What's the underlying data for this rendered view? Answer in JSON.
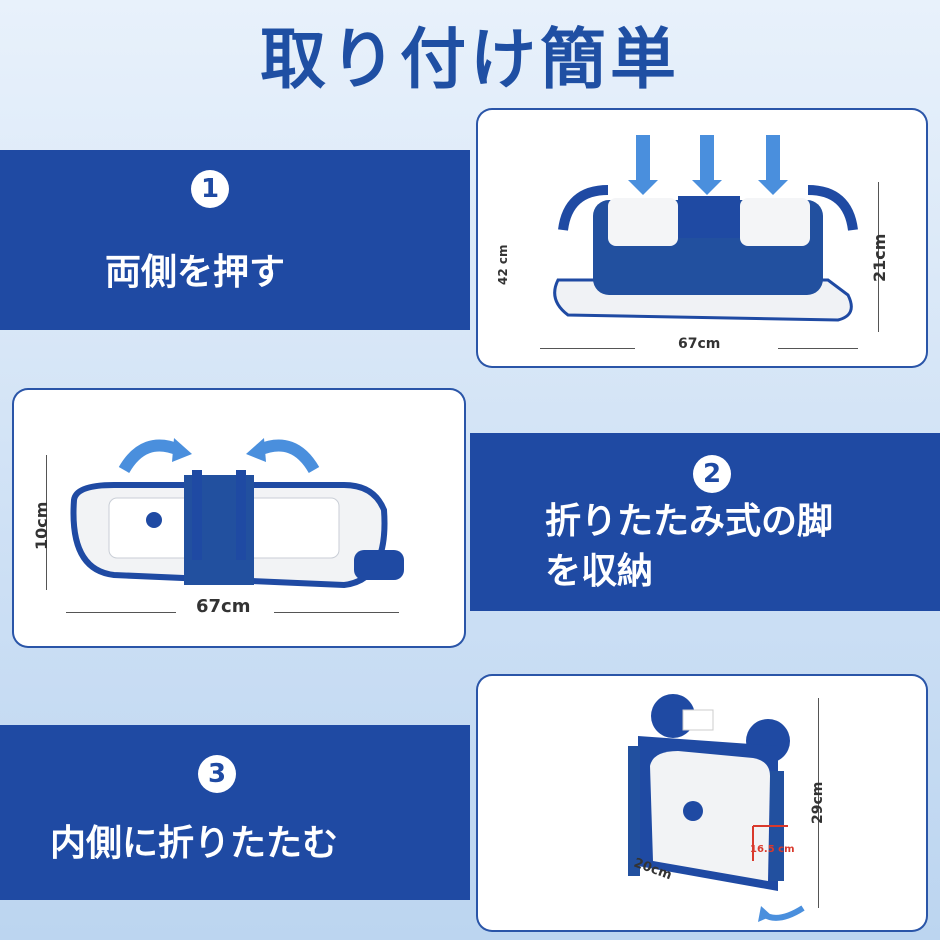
{
  "title": "取り付け簡単",
  "steps": [
    {
      "num": "1",
      "label": "両側を押す"
    },
    {
      "num": "2",
      "label_line1": "折りたたみ式の脚",
      "label_line2": "を収納"
    },
    {
      "num": "3",
      "label": "内側に折りたたむ"
    }
  ],
  "dimensions": {
    "card1": {
      "width": "67cm",
      "depth": "42 cm",
      "height": "21cm"
    },
    "card2": {
      "width": "67cm",
      "height": "10cm"
    },
    "card3": {
      "height": "29cm",
      "width": "20cm",
      "leg": "16.5 cm"
    }
  },
  "colors": {
    "brand_blue": "#1f4aa3",
    "arrow_blue": "#4a8fdd"
  }
}
